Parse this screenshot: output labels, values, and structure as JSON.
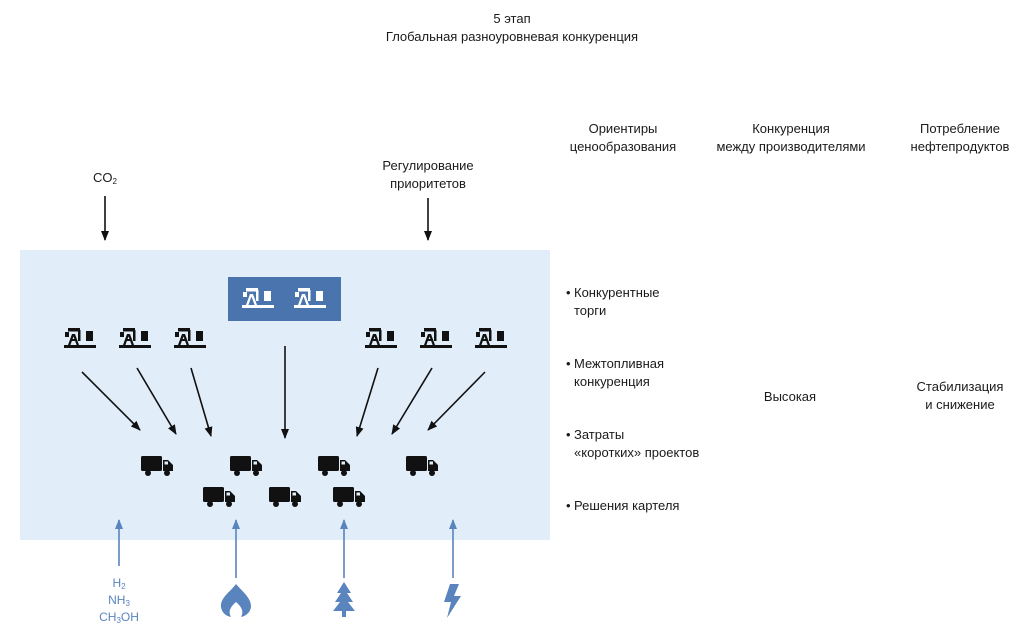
{
  "title": {
    "stage": "5 этап",
    "subtitle": "Глобальная разноуровневая конкуренция"
  },
  "top_inputs": {
    "co2": {
      "main": "CO",
      "sub": "2"
    },
    "regulation": {
      "line1": "Регулирование",
      "line2": "приоритетов"
    }
  },
  "columns": {
    "pricing": {
      "line1": "Ориентиры",
      "line2": "ценообразования"
    },
    "competition": {
      "line1": "Конкуренция",
      "line2": "между производителями"
    },
    "consumption": {
      "line1": "Потребление",
      "line2": "нефтепродуктов"
    }
  },
  "pricing_factors": [
    {
      "line1": "Конкурентные",
      "line2": "торги"
    },
    {
      "line1": "Межтопливная",
      "line2": "конкуренция"
    },
    {
      "line1": "Затраты",
      "line2": "«коротких» проектов"
    },
    {
      "line1": "Решения картеля",
      "line2": ""
    }
  ],
  "competition_value": "Высокая",
  "consumption_value": {
    "line1": "Стабилизация",
    "line2": "и снижение"
  },
  "alt_fuels": {
    "hydrogen": {
      "main": "H",
      "sub": "2"
    },
    "ammonia": {
      "main": "NH",
      "sub": "3"
    },
    "methanol": {
      "a": "CH",
      "sub": "3",
      "b": "OH"
    }
  },
  "icons": {
    "producer": "oil-pump-icon",
    "consumer": "truck-icon",
    "gas": "flame-icon",
    "biofuel": "tree-icon",
    "electricity": "lightning-icon"
  },
  "colors": {
    "box_fill": "#e1eefa",
    "accent": "#4a74ad",
    "fuel": "#5a84bd",
    "ink": "#111111"
  }
}
